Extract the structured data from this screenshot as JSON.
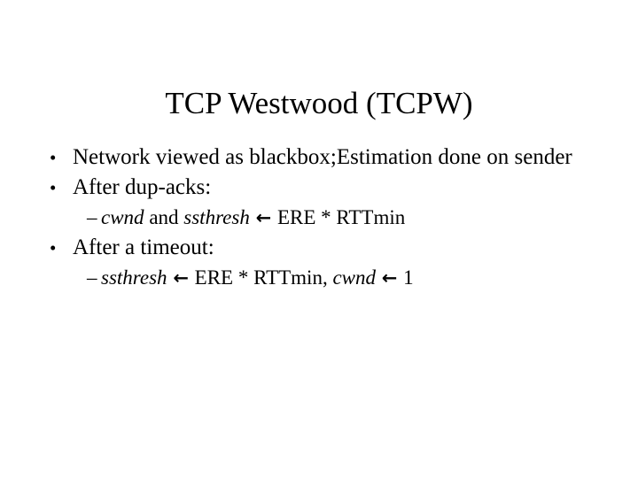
{
  "slide": {
    "title": "TCP Westwood (TCPW)",
    "background_color": "#ffffff",
    "text_color": "#000000",
    "bullet_glyph": "•",
    "sub_bullet_glyph": "–",
    "arrow_glyph": "←",
    "content": [
      {
        "level": 1,
        "text": "Network viewed as blackbox;Estimation done on sender"
      },
      {
        "level": 1,
        "text": "After dup-acks:"
      },
      {
        "level": 2,
        "segments": [
          {
            "text": "cwnd",
            "style": "italic"
          },
          {
            "text": " and ",
            "style": "normal"
          },
          {
            "text": "ssthresh",
            "style": "italic"
          },
          {
            "text": " ",
            "style": "normal"
          },
          {
            "text": "←",
            "style": "arrow"
          },
          {
            "text": " ERE * RTTmin",
            "style": "normal"
          }
        ]
      },
      {
        "level": 1,
        "text": "After a timeout:"
      },
      {
        "level": 2,
        "segments": [
          {
            "text": "ssthresh",
            "style": "italic"
          },
          {
            "text": " ",
            "style": "normal"
          },
          {
            "text": "←",
            "style": "arrow"
          },
          {
            "text": " ERE * RTTmin, ",
            "style": "normal"
          },
          {
            "text": "cwnd",
            "style": "italic"
          },
          {
            "text": " ",
            "style": "normal"
          },
          {
            "text": "←",
            "style": "arrow"
          },
          {
            "text": " 1",
            "style": "normal"
          }
        ]
      }
    ]
  }
}
